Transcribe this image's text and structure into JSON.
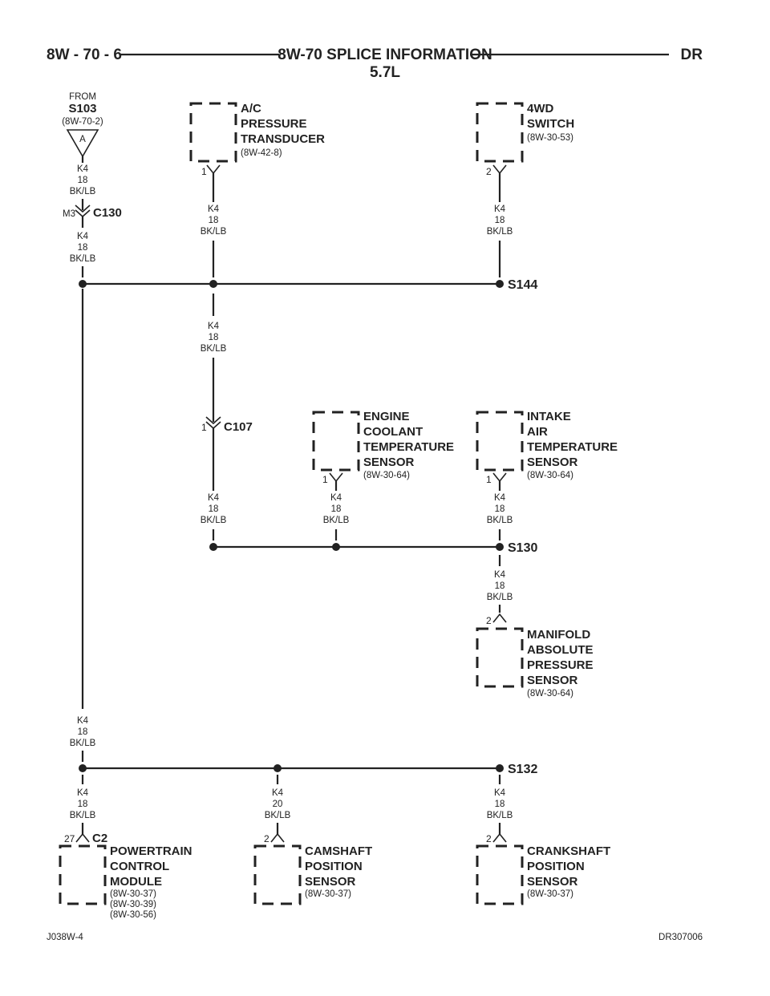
{
  "header": {
    "page_ref": "8W - 70 - 6",
    "title": "8W-70 SPLICE INFORMATION",
    "subtitle": "5.7L",
    "brand": "DR"
  },
  "footer": {
    "left_code": "J038W-4",
    "right_code": "DR307006"
  },
  "wire": {
    "circuit": "K4",
    "gauge": "18",
    "gauge_cam": "20",
    "color": "BK/LB"
  },
  "from": {
    "label": "FROM",
    "splice": "S103",
    "ref": "(8W-70-2)",
    "connector_letter": "A"
  },
  "connectors": {
    "c130": {
      "name": "C130",
      "pin": "M3"
    },
    "c107": {
      "name": "C107",
      "pin": "1"
    },
    "c2": {
      "name": "C2",
      "pin": "27"
    }
  },
  "splices": {
    "s144": "S144",
    "s130": "S130",
    "s132": "S132"
  },
  "components": {
    "ac": {
      "lines": [
        "A/C",
        "PRESSURE",
        "TRANSDUCER"
      ],
      "ref": "(8W-42-8)",
      "pin": "1"
    },
    "fwd": {
      "lines": [
        "4WD",
        "SWITCH"
      ],
      "ref": "(8W-30-53)",
      "pin": "2"
    },
    "ect": {
      "lines": [
        "ENGINE",
        "COOLANT",
        "TEMPERATURE",
        "SENSOR"
      ],
      "ref": "(8W-30-64)",
      "pin": "1"
    },
    "iat": {
      "lines": [
        "INTAKE",
        "AIR",
        "TEMPERATURE",
        "SENSOR"
      ],
      "ref": "(8W-30-64)",
      "pin": "1"
    },
    "map": {
      "lines": [
        "MANIFOLD",
        "ABSOLUTE",
        "PRESSURE",
        "SENSOR"
      ],
      "ref": "(8W-30-64)",
      "pin": "2"
    },
    "pcm": {
      "lines": [
        "POWERTRAIN",
        "CONTROL",
        "MODULE"
      ],
      "refs": [
        "(8W-30-37)",
        "(8W-30-39)",
        "(8W-30-56)"
      ]
    },
    "cmp": {
      "lines": [
        "CAMSHAFT",
        "POSITION",
        "SENSOR"
      ],
      "ref": "(8W-30-37)",
      "pin": "2"
    },
    "ckp": {
      "lines": [
        "CRANKSHAFT",
        "POSITION",
        "SENSOR"
      ],
      "ref": "(8W-30-37)",
      "pin": "2"
    }
  }
}
